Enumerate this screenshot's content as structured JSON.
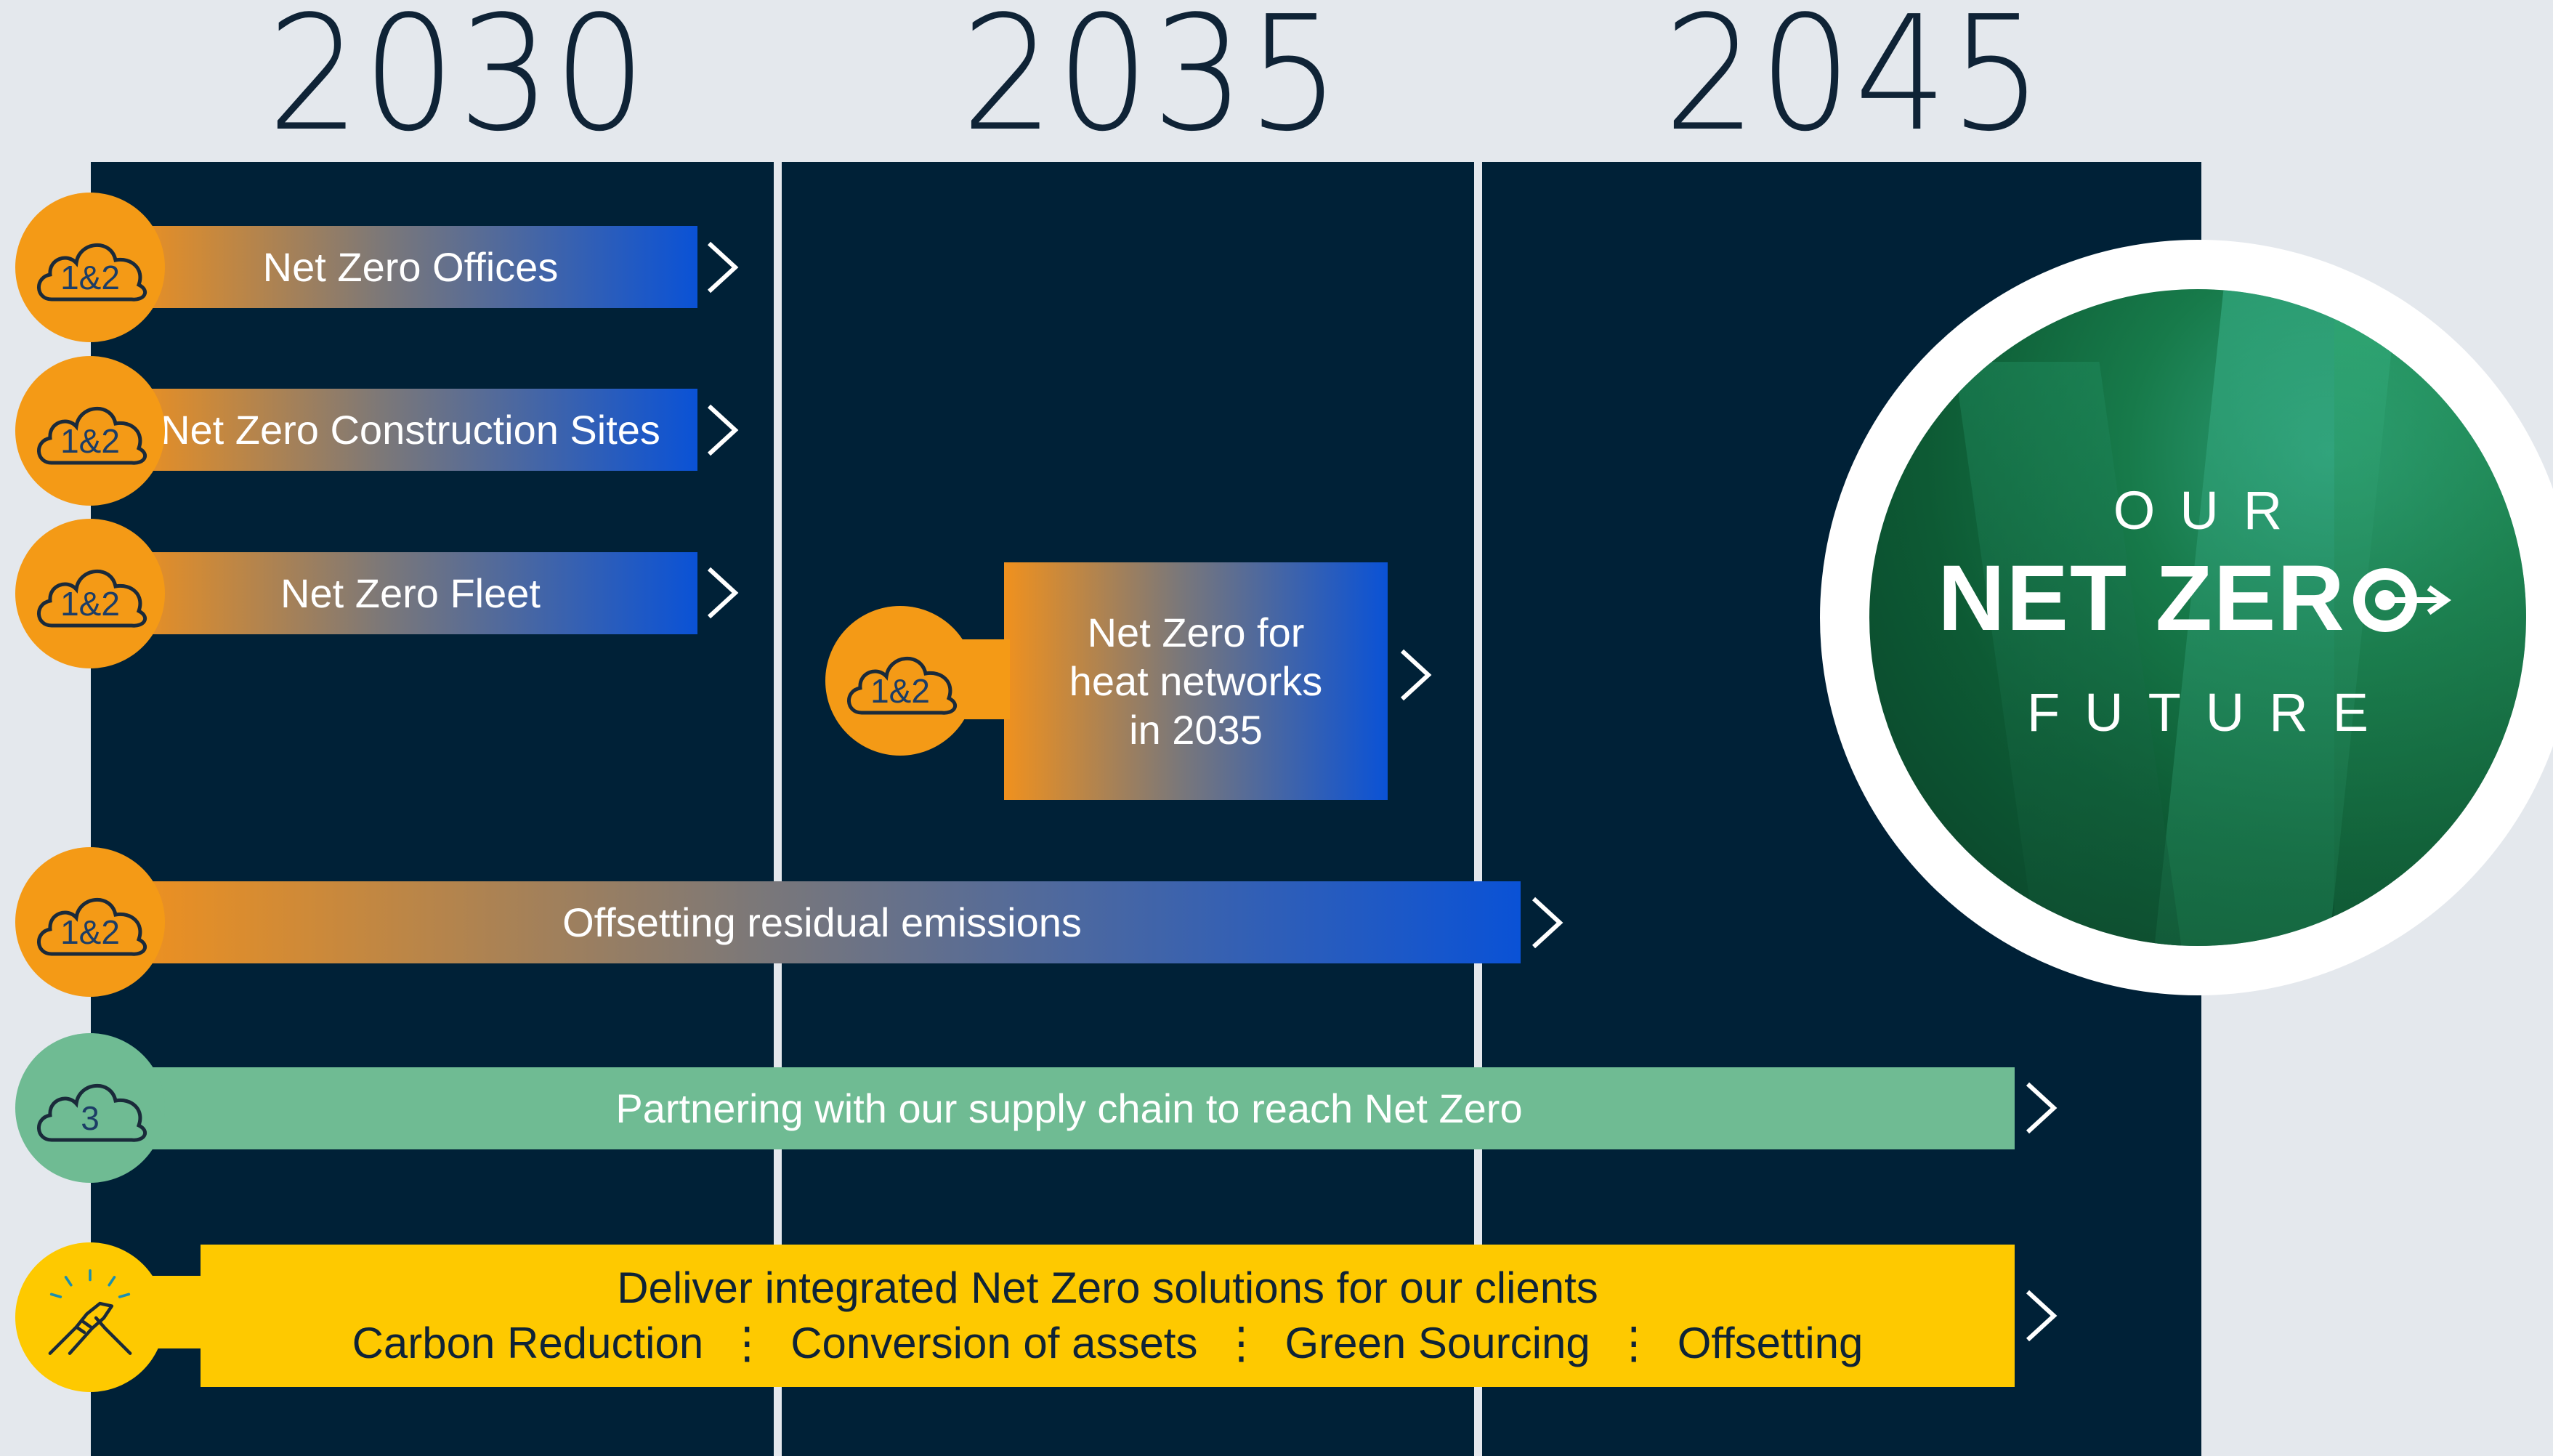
{
  "years": [
    "2030",
    "2035",
    "2045"
  ],
  "colors": {
    "navy": "#002137",
    "background": "#e4e8ed",
    "orange": "#f49a16",
    "blue": "#0a52d6",
    "green": "#6fbb93",
    "yellow": "#fec900"
  },
  "rows": [
    {
      "badge": "1&2",
      "label": "Net Zero Offices"
    },
    {
      "badge": "1&2",
      "label": "Net Zero Construction Sites"
    },
    {
      "badge": "1&2",
      "label": "Net Zero Fleet"
    },
    {
      "badge": "1&2",
      "label": "Offsetting residual emissions"
    },
    {
      "badge": "3",
      "label": "Partnering with our supply chain to reach Net Zero"
    }
  ],
  "heat_box": {
    "badge": "1&2",
    "lines": [
      "Net Zero for",
      "heat networks",
      "in 2035"
    ]
  },
  "clients": {
    "icon": "handshake-icon",
    "title": "Deliver integrated Net Zero solutions for our clients",
    "items": [
      "Carbon Reduction",
      "Conversion of assets",
      "Green Sourcing",
      "Offsetting"
    ]
  },
  "emblem": {
    "line1": "OUR",
    "line2": "NET ZER",
    "line3": "FUTURE"
  }
}
